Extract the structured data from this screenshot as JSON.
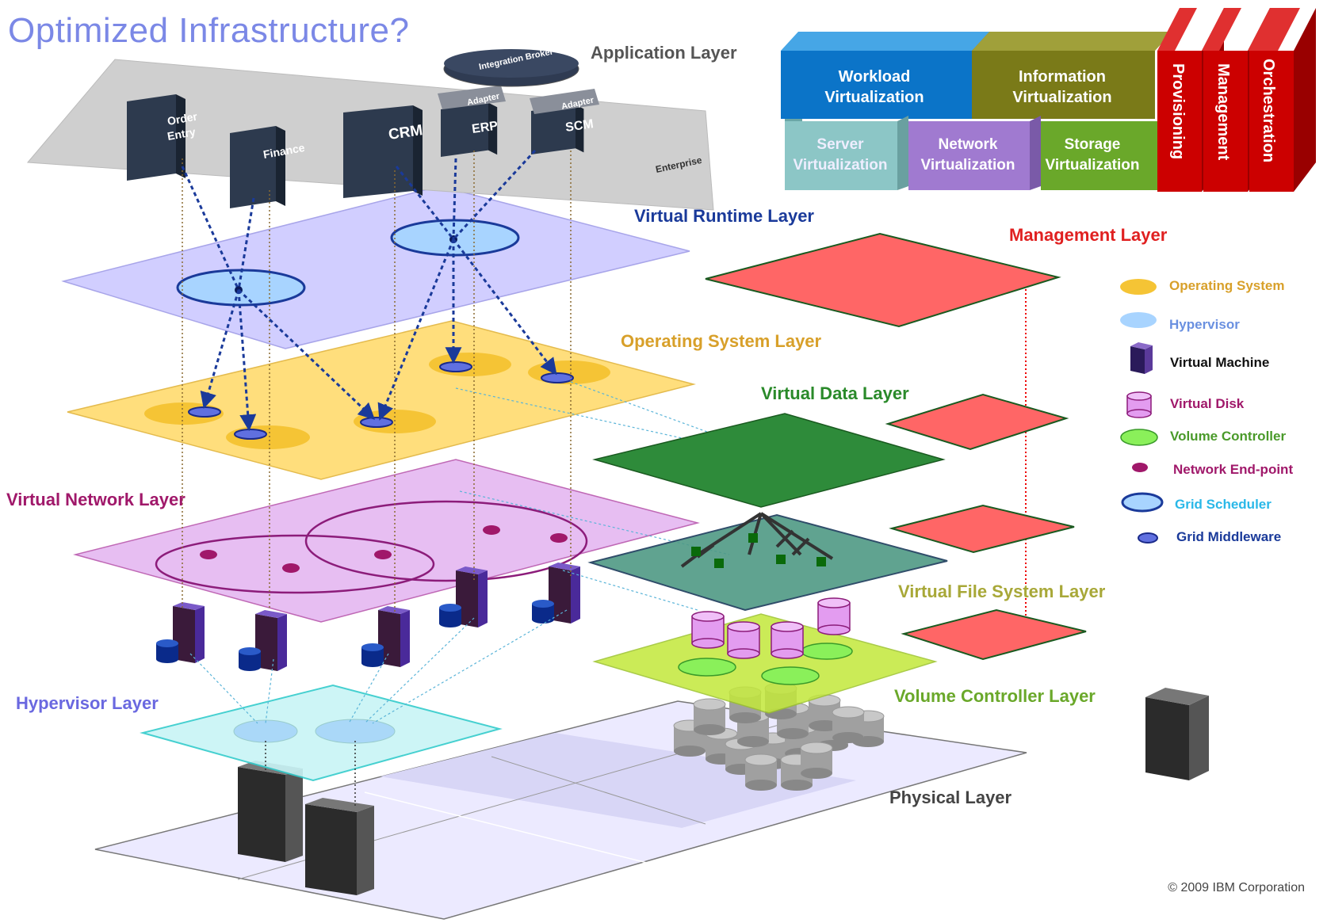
{
  "title": "Optimized Infrastructure?",
  "copyright": "© 2009 IBM Corporation",
  "colors": {
    "runtime": "#c9c6ff",
    "os": "#ffd966",
    "network": "#e3b3f0",
    "hypervisor": "#c8f4f6",
    "physical": "#eceaff",
    "data": "#2e8b3a",
    "filesystem": "#4f9a85",
    "volume": "#c3e83a",
    "management": "#ff6666"
  },
  "layers": {
    "application": "Application Layer",
    "runtime": "Virtual Runtime Layer",
    "os": "Operating System Layer",
    "network": "Virtual Network Layer",
    "hypervisor": "Hypervisor Layer",
    "data": "Virtual Data Layer",
    "filesystem": "Virtual File System Layer",
    "volume": "Volume Controller Layer",
    "physical": "Physical Layer",
    "management": "Management Layer"
  },
  "apps": {
    "order_line1": "Order",
    "order_line2": "Entry",
    "finance": "Finance",
    "crm": "CRM",
    "erp": "ERP",
    "scm": "SCM",
    "adapter": "Adapter",
    "broker": "Integration Broker",
    "enterprise": "Enterprise"
  },
  "blocks": {
    "workload_l1": "Workload",
    "workload_l2": "Virtualization",
    "information_l1": "Information",
    "information_l2": "Virtualization",
    "server_l1": "Server",
    "server_l2": "Virtualization",
    "network_l1": "Network",
    "network_l2": "Virtualization",
    "storage_l1": "Storage",
    "storage_l2": "Virtualization",
    "provisioning": "Provisioning",
    "management": "Management",
    "orchestration": "Orchestration"
  },
  "legend": {
    "os": "Operating System",
    "hypervisor": "Hypervisor",
    "vm": "Virtual Machine",
    "disk": "Virtual Disk",
    "volume": "Volume Controller",
    "endpoint": "Network End-point",
    "scheduler": "Grid Scheduler",
    "middleware": "Grid Middleware"
  }
}
